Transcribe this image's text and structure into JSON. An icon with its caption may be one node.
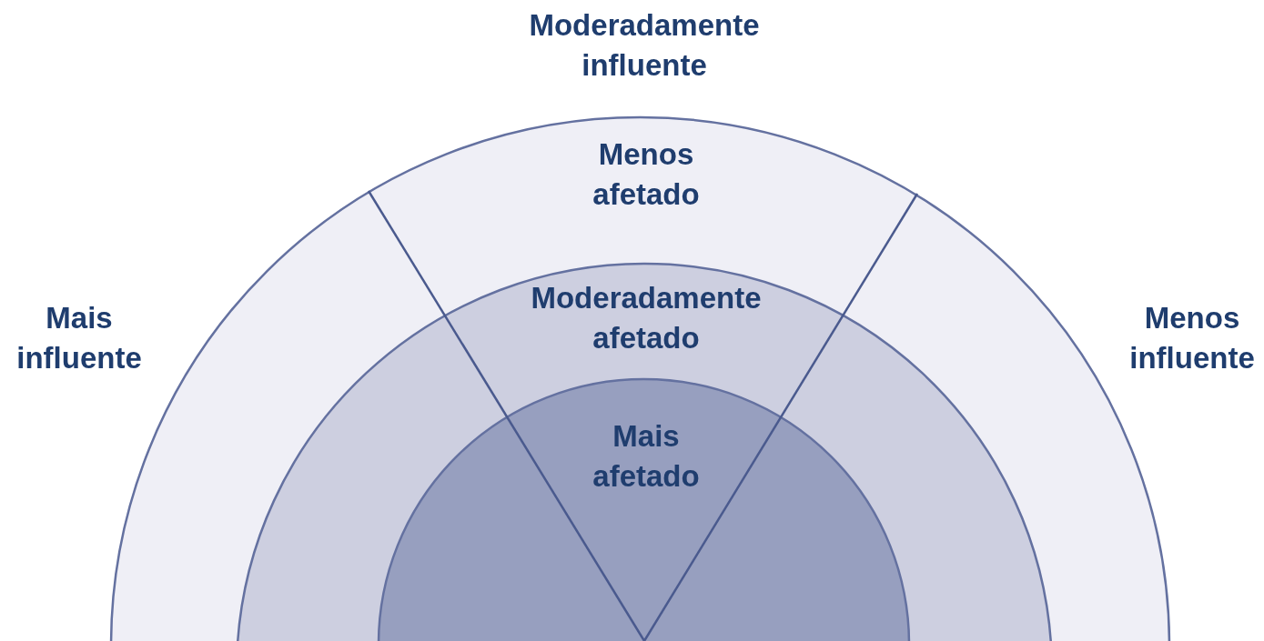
{
  "diagram": {
    "nodes": [
      {
        "text": [
          "Menos afetado"
        ]
      },
      {
        "text": [
          "Moderadamente afetado"
        ],
        "in": 0
      },
      {
        "text": [
          "Mais afetado"
        ],
        "in": 1
      }
    ],
    "labels": [
      "Moderadamente influente",
      "Mais influente",
      "Menos influente"
    ]
  }
}
